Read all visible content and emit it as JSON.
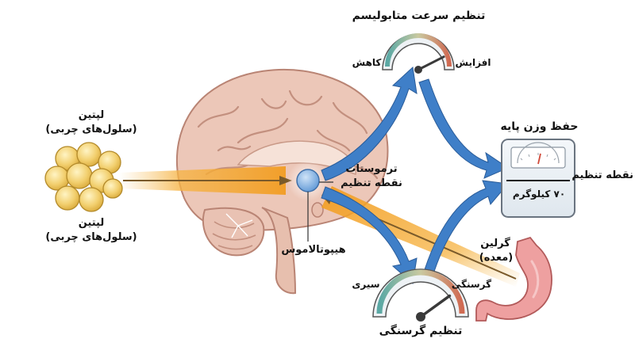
{
  "labels": {
    "leptin_top_title": "لپتین",
    "leptin_top_sub": "(سلول‌های چربی)",
    "leptin_bottom_title": "لپتین",
    "leptin_bottom_sub": "(سلول‌های چربی)",
    "hypothalamus": "هیپوتالاموس",
    "thermostat_line1": "ترموستات",
    "thermostat_line2": "نقطه تنظیم",
    "metabolism_title": "تنظیم سرعت متابولیسم",
    "metabolism_decrease": "کاهش",
    "metabolism_increase": "افزایش",
    "hunger_title": "تنظیم گرسنگی",
    "hunger_full": "سیری",
    "hunger_hungry": "گرسنگی",
    "ghrelin_title": "گرلین",
    "ghrelin_sub": "(معده)",
    "maintain_weight": "حفظ وزن پایه",
    "setpoint_side": "نقطه تنظیم",
    "scale_reading": "۷۰ کیلوگرم"
  },
  "colors": {
    "blue_arrow": "#3f7fc8",
    "orange_glow": "#f29a1a",
    "brain": "#eac4b6",
    "fat_cell": "#f2cf6e",
    "stomach": "#eea0a0",
    "hypothalamus": "#5f98d6"
  },
  "gauges": {
    "metabolism_needle_level": 0.85,
    "hunger_needle_level": 0.8
  }
}
